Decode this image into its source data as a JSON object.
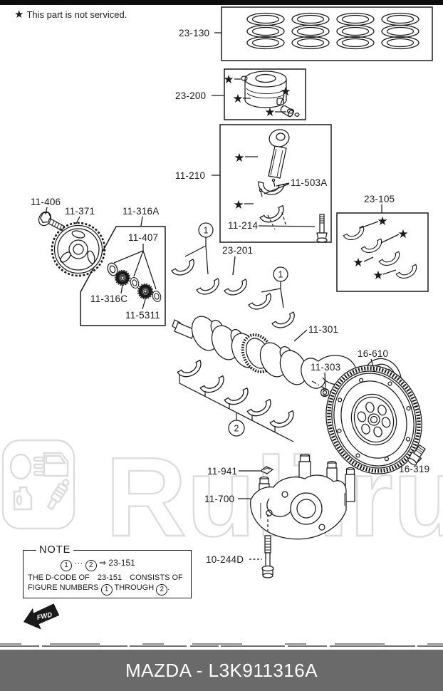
{
  "header": {
    "star": "★",
    "note_text": "This part is not serviced."
  },
  "symbols": {
    "star": "★"
  },
  "watermark": {
    "text": "Ruli.ru"
  },
  "callouts": {
    "one": "1",
    "two": "2"
  },
  "labels": {
    "p23130": "23-130",
    "p23200": "23-200",
    "p11210": "11-210",
    "p11503a": "11-503A",
    "p11214": "11-214",
    "p23105": "23-105",
    "p11406": "11-406",
    "p11371": "11-371",
    "p11316a": "11-316A",
    "p11407": "11-407",
    "p11316c": "11-316C",
    "p115311": "11-5311",
    "p23201": "23-201",
    "p11301": "11-301",
    "p11303": "11-303",
    "p16610": "16-610",
    "p16319": "16-319",
    "p11941": "11-941",
    "p11700": "11-700",
    "p10244d": "10-244D"
  },
  "note_box": {
    "title": "NOTE",
    "line1": {
      "c1": "1",
      "dots": "···",
      "c2": "2",
      "rest": "⇒ 23-151"
    },
    "line2": {
      "a": "THE D-CODE OF",
      "b": "23-151",
      "c": "CONSISTS OF"
    },
    "line3": {
      "a": "FIGURE NUMBERS",
      "c1": "1",
      "b": "THROUGH",
      "c2": "2",
      "end": "."
    }
  },
  "fwd": {
    "label": "FWD"
  },
  "footer": {
    "text": "MAZDA - L3K911316A"
  },
  "colors": {
    "line": "#1a1a1a",
    "footer_bg": "#6a6a6a",
    "watermark": "#dcdcdc"
  }
}
